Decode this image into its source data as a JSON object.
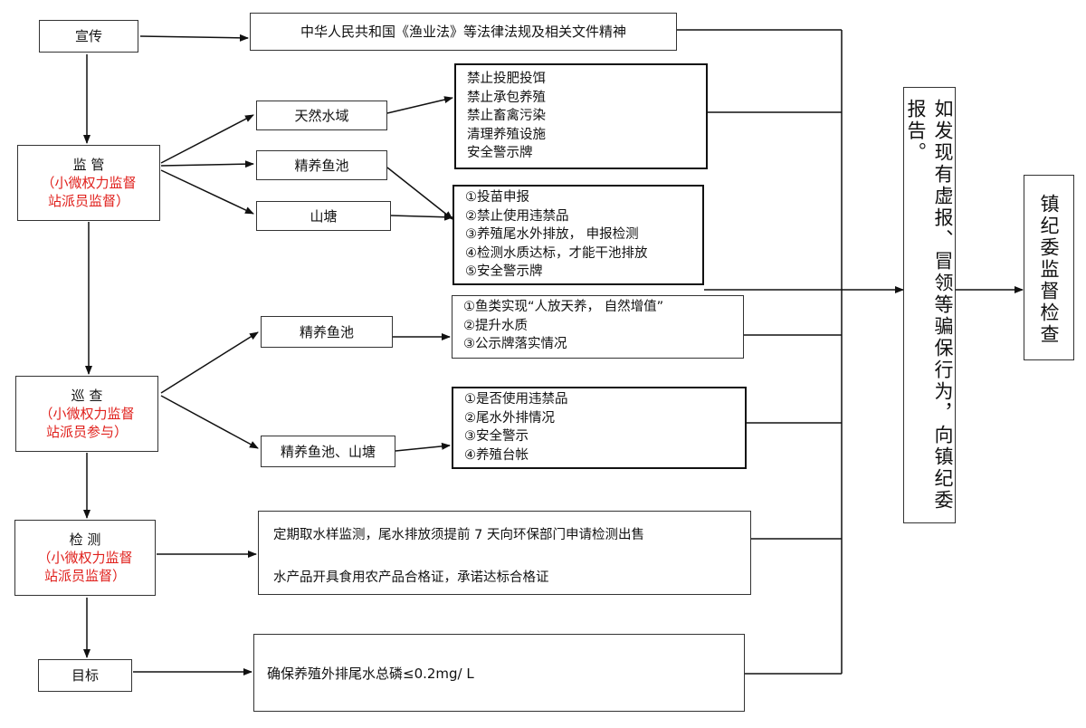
{
  "left": {
    "publicity": "宣传",
    "supervision": {
      "title": "监 管",
      "note1": "（小微权力监督",
      "note2": "站派员监督）"
    },
    "patrol": {
      "title": "巡 查",
      "note1": "（小微权力监督",
      "note2": "站派员参与）"
    },
    "testing": {
      "title": "检 测",
      "note1": "（小微权力监督",
      "note2": "站派员监督）"
    },
    "goal": "目标"
  },
  "middle": {
    "law": "中华人民共和国《渔业法》等法律法规及相关文件精神",
    "natural_water": "天然水域",
    "fine_pond": "精养鱼池",
    "mountain_pond": "山塘",
    "patrol_fine_pond": "精养鱼池",
    "patrol_ponds": "精养鱼池、山塘",
    "testing_line1": "定期取水样监测，尾水排放须提前 7 天向环保部门申请检测出售",
    "testing_line2": "水产品开具食用农产品合格证，承诺达标合格证",
    "goal_text": "确保养殖外排尾水总磷≤0.2mg/ L"
  },
  "right": {
    "natural_rules": [
      "禁止投肥投饵",
      "禁止承包养殖",
      "禁止畜禽污染",
      "清理养殖设施",
      "安全警示牌"
    ],
    "pond_rules": [
      "①投苗申报",
      "②禁止使用违禁品",
      "③养殖尾水外排放， 申报检测",
      "④检测水质达标，才能干池排放",
      "⑤安全警示牌"
    ],
    "patrol_fine_items": [
      "①鱼类实现“人放天养， 自然增值”",
      "②提升水质",
      "③公示牌落实情况"
    ],
    "patrol_pond_items": [
      "①是否使用违禁品",
      "②尾水外排情况",
      "③安全警示",
      "④养殖台帐"
    ]
  },
  "report": "如发现有虚报、冒领等骗保行为，向镇纪委报告。",
  "final": "镇纪委监督检查"
}
